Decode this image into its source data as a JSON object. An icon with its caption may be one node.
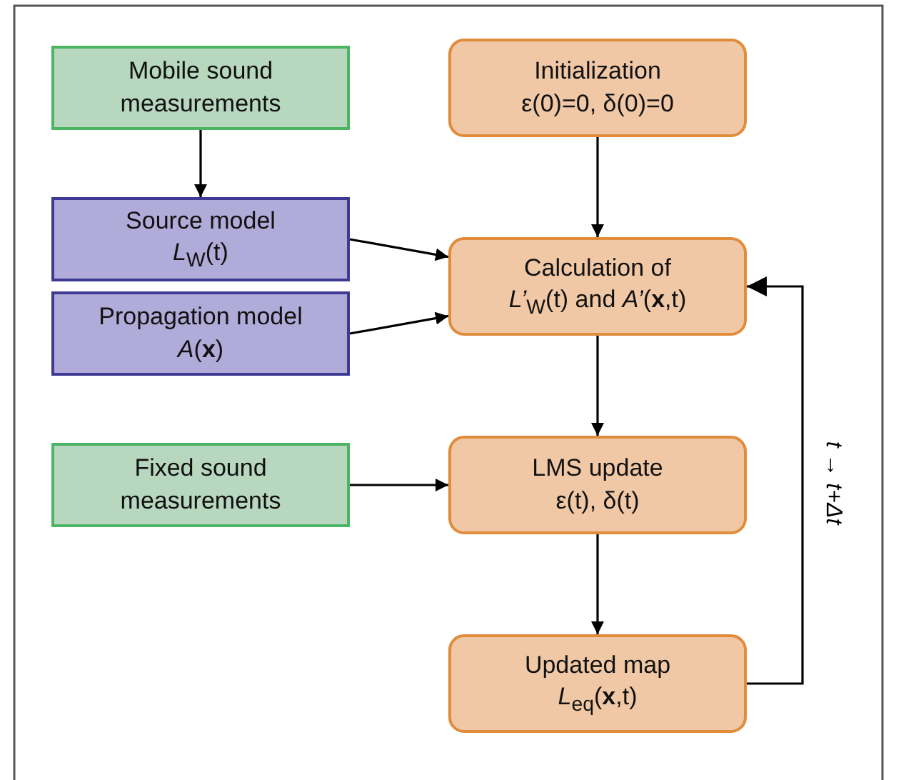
{
  "diagram": {
    "nodes": [
      {
        "text": [
          "Mobile sound measurements"
        ]
      },
      {
        "text": [
          "Initialization",
          "ε(0)=0, δ(0)=0"
        ]
      },
      {
        "text": [
          "Source model",
          "*L*$_{W}$(t)"
        ]
      },
      {
        "text": [
          "Calculation of",
          "*L’*$_{W}$(t) and *A’*(**x**,t)"
        ]
      },
      {
        "text": [
          "Propagation model",
          "*A*(**x**)"
        ]
      },
      {
        "text": [
          "Fixed sound measurements"
        ]
      },
      {
        "text": [
          "LMS update",
          "ε(t), δ(t)"
        ]
      },
      {
        "text": [
          "Updated map",
          "*L*$_{eq}$(**x**,t)"
        ]
      }
    ],
    "edges": [
      {
        "from": 0,
        "to": 2,
        "arrow": "to"
      },
      {
        "from": 1,
        "to": 3,
        "arrow": "to"
      },
      {
        "from": 2,
        "to": 3,
        "arrow": "to"
      },
      {
        "from": 4,
        "to": 3,
        "arrow": "to"
      },
      {
        "from": 3,
        "to": 6,
        "arrow": "to"
      },
      {
        "from": 5,
        "to": 6,
        "arrow": "to"
      },
      {
        "from": 6,
        "to": 7,
        "arrow": "to"
      },
      {
        "from": 7,
        "to": 3,
        "arrow": "to",
        "label": "t → t+Δt"
      }
    ]
  }
}
